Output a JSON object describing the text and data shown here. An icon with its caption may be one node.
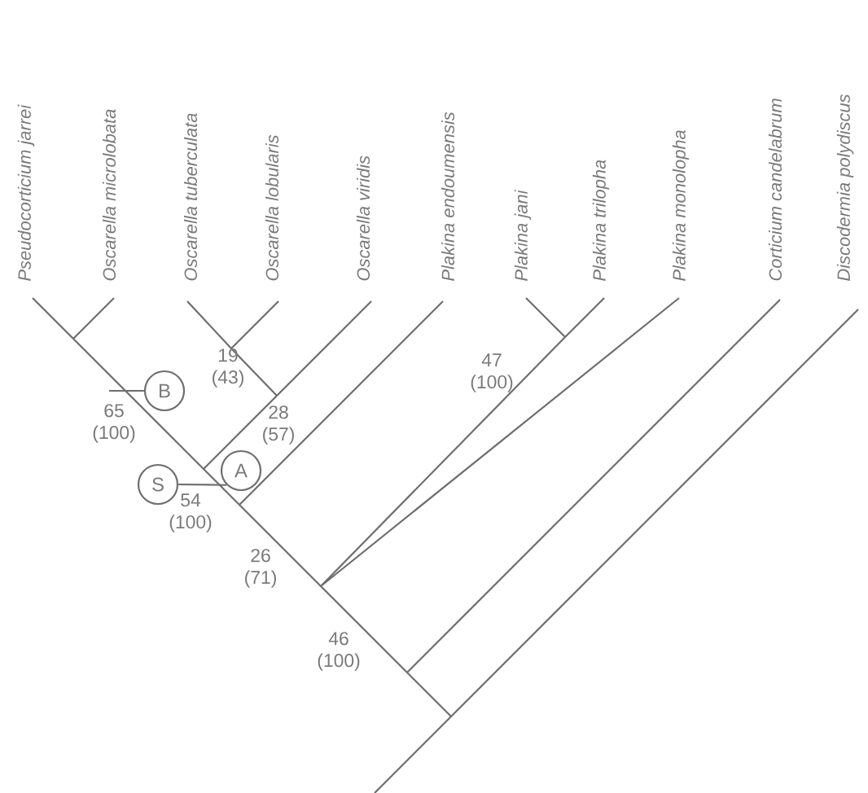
{
  "diagram": {
    "nodes": [
      {
        "text": [
          "B"
        ]
      },
      {
        "text": [
          "S"
        ]
      },
      {
        "text": [
          "A"
        ]
      }
    ],
    "edges": [
      {
        "from": 0,
        "to": null,
        "arrow": "none"
      },
      {
        "from": 1,
        "to": 2,
        "arrow": "none"
      }
    ],
    "labels": [
      "Pseudocorticium jarrei",
      "Oscarella microlobata",
      "Oscarella tuberculata",
      "Oscarella lobularis",
      "Oscarella viridis",
      "Plakina endoumensis",
      "Plakina jani",
      "Plakina trilopha",
      "Plakina monolopha",
      "Corticium candelabrum",
      "Discodermia polydiscus",
      "19 (43)",
      "47 (100)",
      "65 (100)",
      "28 (57)",
      "54 (100)",
      "26 (71)",
      "46 (100)"
    ]
  }
}
